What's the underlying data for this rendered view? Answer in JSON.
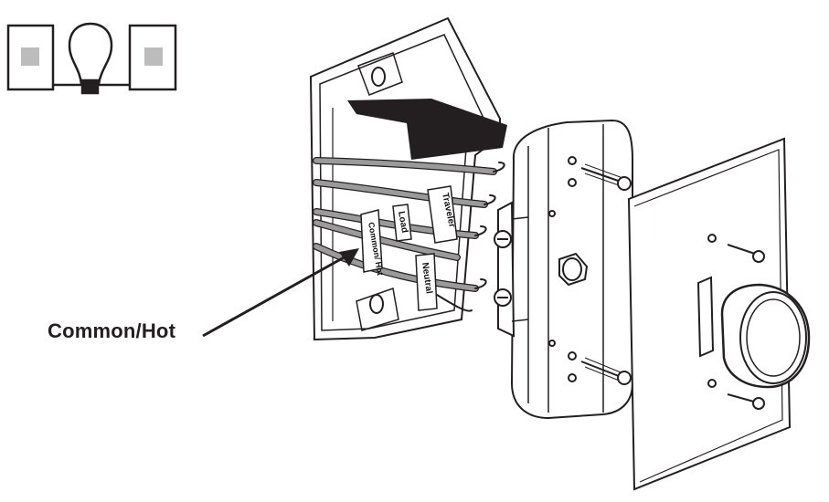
{
  "diagram": {
    "callout_label": "Common/Hot",
    "wire_tags": {
      "common_hot": "Common/ Hot",
      "load": "Load",
      "traveler": "Traveler",
      "neutral": "Neutral"
    },
    "colors": {
      "line": "#231f20",
      "arrow_fill": "#231f20",
      "wire_gray": "#9a9a9a",
      "symbol_square": "#bcbcbc"
    }
  }
}
